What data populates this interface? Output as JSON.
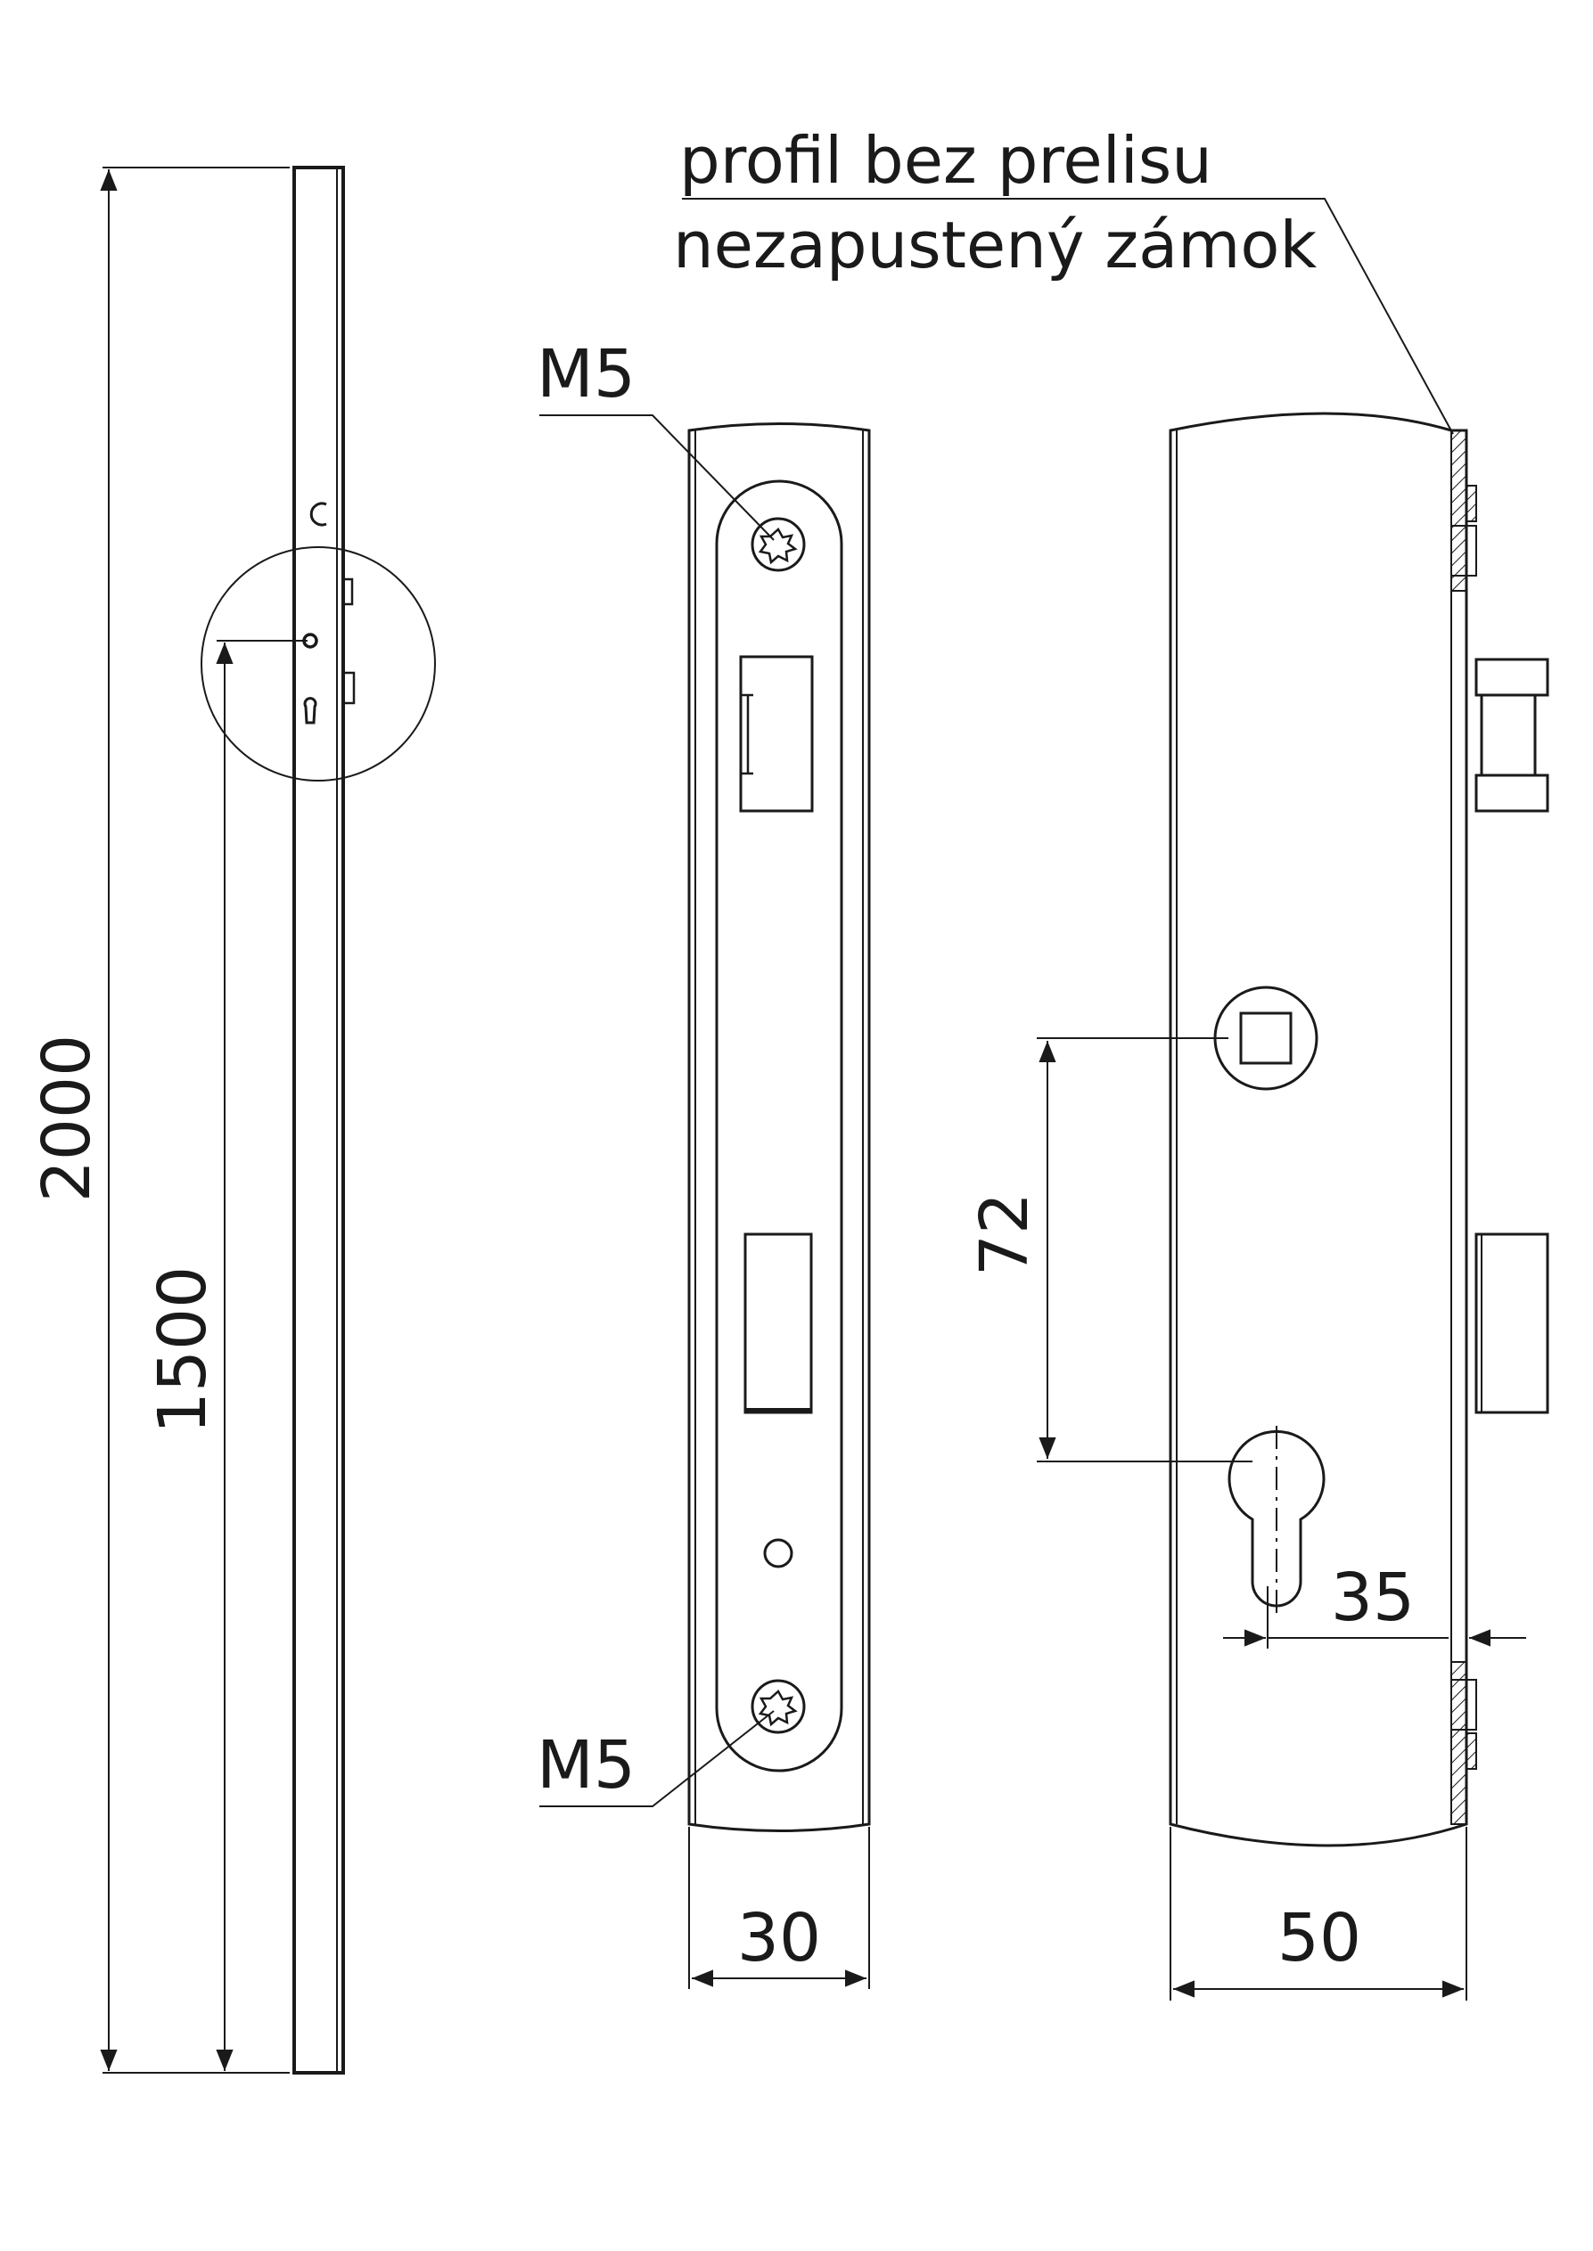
{
  "drawing": {
    "note_line1": "profil bez prelisu",
    "note_line2": "nezapustený zámok",
    "thread_top": "M5",
    "thread_bottom": "M5",
    "detail_mark": "C",
    "dim_total_height": "2000",
    "dim_handle_height": "1500",
    "dim_faceplate_width": "30",
    "dim_body_width": "50",
    "dim_centers": "72",
    "dim_backset": "35",
    "line_color": "#1a1a1a"
  }
}
